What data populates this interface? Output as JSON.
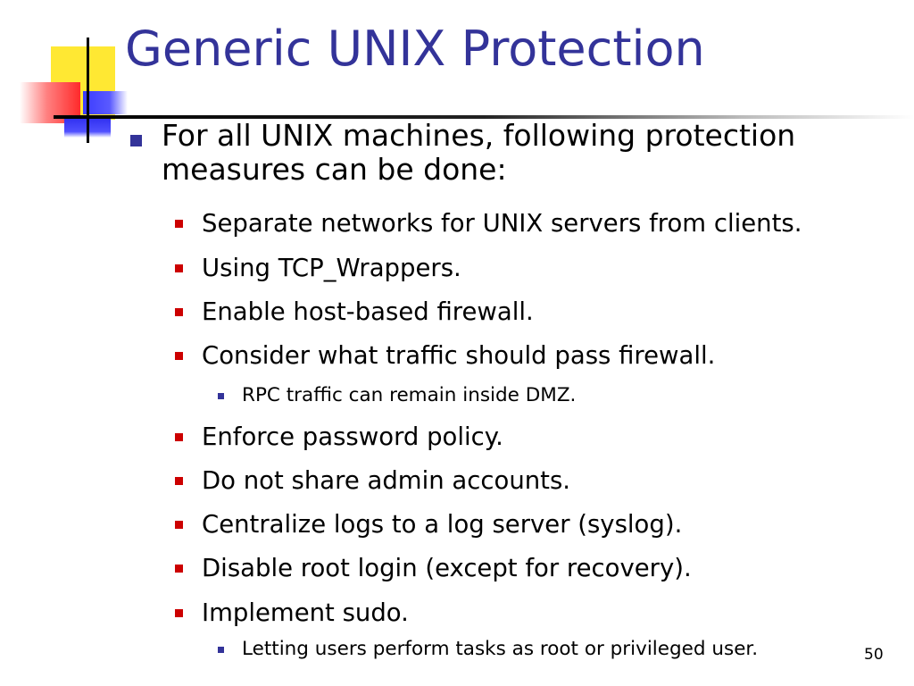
{
  "slide": {
    "title": "Generic UNIX Protection",
    "bullet": "For all UNIX machines, following protection measures can be done:",
    "items": [
      {
        "text": "Separate networks for UNIX servers from clients."
      },
      {
        "text": "Using TCP_Wrappers."
      },
      {
        "text": "Enable host-based firewall."
      },
      {
        "text": "Consider what traffic should pass firewall."
      },
      {
        "text": "RPC traffic can remain inside DMZ."
      },
      {
        "text": "Enforce password policy."
      },
      {
        "text": "Do not share admin accounts."
      },
      {
        "text": "Centralize logs to a log server (syslog)."
      },
      {
        "text": "Disable root login (except for recovery)."
      },
      {
        "text": "Implement sudo."
      },
      {
        "text": "Letting users perform tasks as root or privileged user."
      }
    ],
    "page_number": "50"
  },
  "colors": {
    "title": "#333399",
    "level1_bullet": "#333399",
    "level2_bullet": "#cc0000",
    "level3_bullet": "#333399",
    "decor_yellow": "#ffe833",
    "decor_red": "#ff2a2a",
    "decor_blue": "#3b3bff"
  },
  "icons": {
    "level1_bullet": "square-bullet-icon",
    "level2_bullet": "square-bullet-icon",
    "level3_bullet": "square-bullet-icon"
  }
}
